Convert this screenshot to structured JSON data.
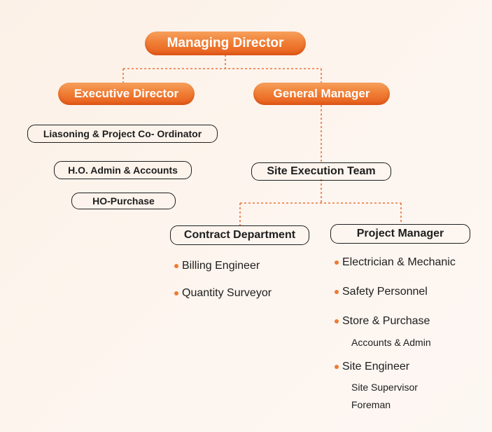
{
  "chart": {
    "managing_director": "Managing Director",
    "executive_director": "Executive Director",
    "general_manager": "General Manager",
    "executive_units": {
      "liasoning": "Liasoning & Project Co- Ordinator",
      "admin_accounts": "H.O. Admin & Accounts",
      "purchase": "HO-Purchase"
    },
    "site_execution_team": "Site Execution Team",
    "contract_department": {
      "title": "Contract Department",
      "items": [
        "Billing Engineer",
        "Quantity Surveyor"
      ]
    },
    "project_manager": {
      "title": "Project Manager",
      "items": [
        {
          "label": "Electrician & Mechanic",
          "subs": []
        },
        {
          "label": "Safety Personnel",
          "subs": []
        },
        {
          "label": "Store & Purchase",
          "subs": [
            "Accounts & Admin"
          ]
        },
        {
          "label": "Site Engineer",
          "subs": [
            "Site Supervisor",
            "Foreman"
          ]
        }
      ]
    }
  },
  "colors": {
    "accent": "#f07f36",
    "connector": "#e8743a",
    "text": "#1e1e1e",
    "background": "#fcf1e7"
  },
  "icons": {
    "bullet": "bullet-dot-icon"
  }
}
